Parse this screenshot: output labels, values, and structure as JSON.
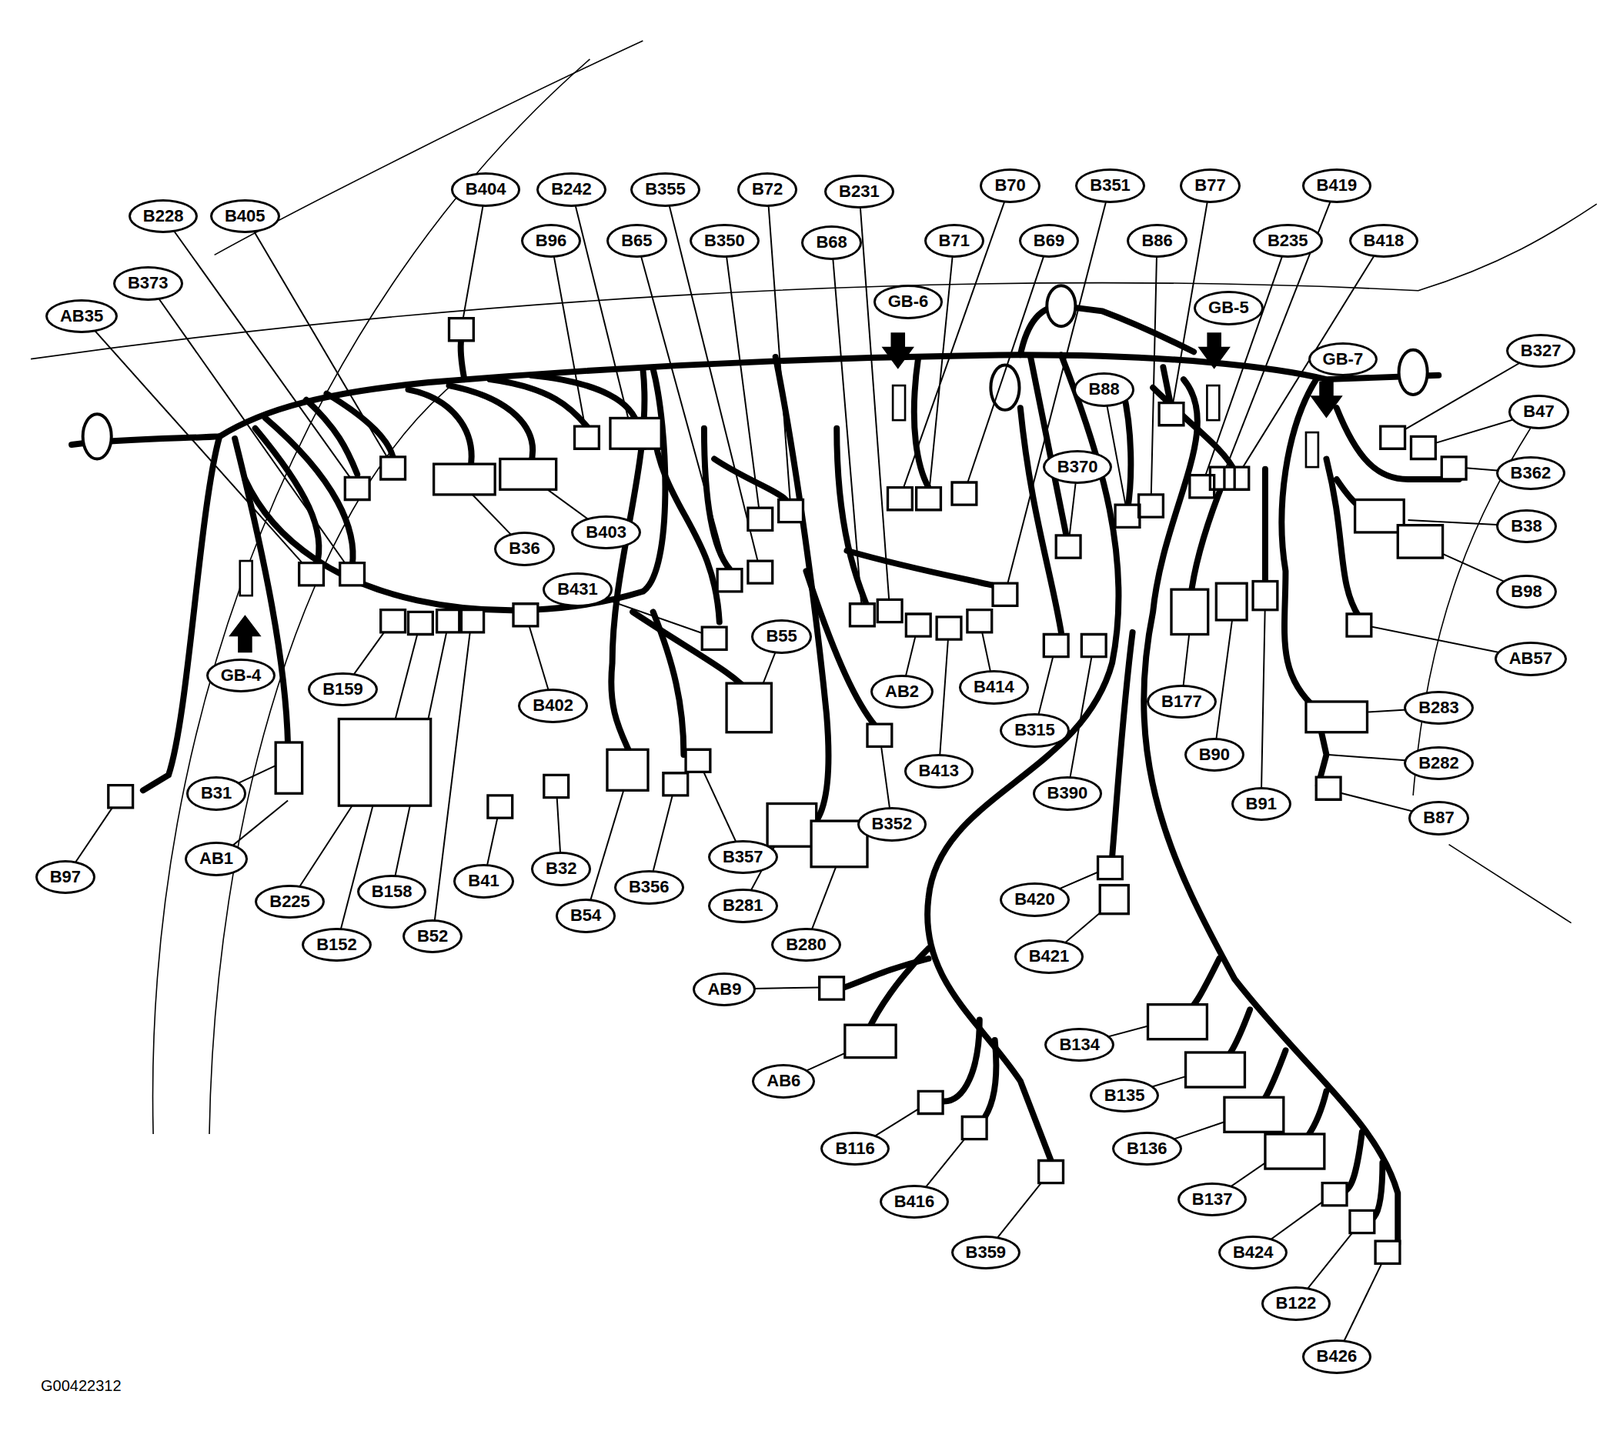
{
  "diagram": {
    "nodes": [
      {
        "text": [
          "B404"
        ]
      },
      {
        "text": [
          "B242"
        ]
      },
      {
        "text": [
          "B355"
        ]
      },
      {
        "text": [
          "B72"
        ]
      },
      {
        "text": [
          "B231"
        ]
      },
      {
        "text": [
          "B70"
        ]
      },
      {
        "text": [
          "B351"
        ]
      },
      {
        "text": [
          "B77"
        ]
      },
      {
        "text": [
          "B419"
        ]
      },
      {
        "text": [
          "B228"
        ]
      },
      {
        "text": [
          "B405"
        ]
      },
      {
        "text": [
          "B96"
        ]
      },
      {
        "text": [
          "B65"
        ]
      },
      {
        "text": [
          "B350"
        ]
      },
      {
        "text": [
          "B68"
        ]
      },
      {
        "text": [
          "B71"
        ]
      },
      {
        "text": [
          "B69"
        ]
      },
      {
        "text": [
          "B86"
        ]
      },
      {
        "text": [
          "B235"
        ]
      },
      {
        "text": [
          "B418"
        ]
      },
      {
        "text": [
          "B373"
        ]
      },
      {
        "text": [
          "GB-6"
        ]
      },
      {
        "text": [
          "GB-5"
        ]
      },
      {
        "text": [
          "AB35"
        ]
      },
      {
        "text": [
          "B327"
        ]
      },
      {
        "text": [
          "GB-7"
        ]
      },
      {
        "text": [
          "B88"
        ]
      },
      {
        "text": [
          "B47"
        ]
      },
      {
        "text": [
          "B370"
        ]
      },
      {
        "text": [
          "B362"
        ]
      },
      {
        "text": [
          "B38"
        ]
      },
      {
        "text": [
          "B403"
        ]
      },
      {
        "text": [
          "B36"
        ]
      },
      {
        "text": [
          "B431"
        ]
      },
      {
        "text": [
          "B98"
        ]
      },
      {
        "text": [
          "B55"
        ]
      },
      {
        "text": [
          "AB57"
        ]
      },
      {
        "text": [
          "GB-4"
        ]
      },
      {
        "text": [
          "B159"
        ]
      },
      {
        "text": [
          "AB2"
        ]
      },
      {
        "text": [
          "B414"
        ]
      },
      {
        "text": [
          "B177"
        ]
      },
      {
        "text": [
          "B402"
        ]
      },
      {
        "text": [
          "B283"
        ]
      },
      {
        "text": [
          "B315"
        ]
      },
      {
        "text": [
          "B90"
        ]
      },
      {
        "text": [
          "B282"
        ]
      },
      {
        "text": [
          "B413"
        ]
      },
      {
        "text": [
          "B31"
        ]
      },
      {
        "text": [
          "B390"
        ]
      },
      {
        "text": [
          "B91"
        ]
      },
      {
        "text": [
          "B87"
        ]
      },
      {
        "text": [
          "B352"
        ]
      },
      {
        "text": [
          "AB1"
        ]
      },
      {
        "text": [
          "B357"
        ]
      },
      {
        "text": [
          "B32"
        ]
      },
      {
        "text": [
          "B97"
        ]
      },
      {
        "text": [
          "B41"
        ]
      },
      {
        "text": [
          "B356"
        ]
      },
      {
        "text": [
          "B158"
        ]
      },
      {
        "text": [
          "B225"
        ]
      },
      {
        "text": [
          "B420"
        ]
      },
      {
        "text": [
          "B281"
        ]
      },
      {
        "text": [
          "B54"
        ]
      },
      {
        "text": [
          "B52"
        ]
      },
      {
        "text": [
          "B280"
        ]
      },
      {
        "text": [
          "B152"
        ]
      },
      {
        "text": [
          "B421"
        ]
      },
      {
        "text": [
          "AB9"
        ]
      },
      {
        "text": [
          "B134"
        ]
      },
      {
        "text": [
          "AB6"
        ]
      },
      {
        "text": [
          "B135"
        ]
      },
      {
        "text": [
          "B116"
        ]
      },
      {
        "text": [
          "B136"
        ]
      },
      {
        "text": [
          "B137"
        ]
      },
      {
        "text": [
          "B416"
        ]
      },
      {
        "text": [
          "B424"
        ]
      },
      {
        "text": [
          "B359"
        ]
      },
      {
        "text": [
          "B122"
        ]
      },
      {
        "text": [
          "B426"
        ]
      }
    ],
    "labels": [
      "G00422312"
    ]
  }
}
